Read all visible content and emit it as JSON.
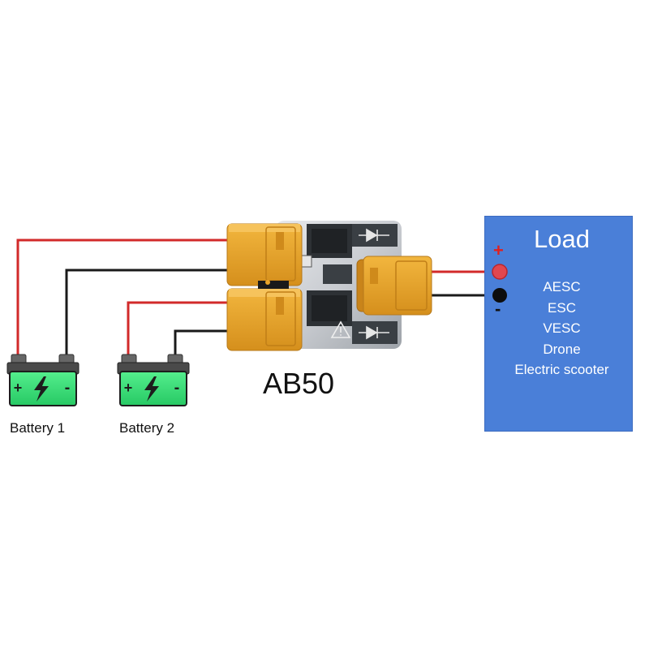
{
  "model": "AB50",
  "batteries": [
    {
      "label": "Battery 1",
      "plus": "+",
      "minus": "-"
    },
    {
      "label": "Battery 2",
      "plus": "+",
      "minus": "-"
    }
  ],
  "load": {
    "title": "Load",
    "items": [
      "AESC",
      "ESC",
      "VESC",
      "Drone",
      "Electric scooter"
    ],
    "plus": "+",
    "minus": "-"
  },
  "colors": {
    "positive_wire": "#d22a2a",
    "negative_wire": "#1a1a1a",
    "connector": "#e9a52a",
    "battery_body": "#3ce27a",
    "load_box": "#4a7fd8",
    "board": "#3a3f44"
  }
}
